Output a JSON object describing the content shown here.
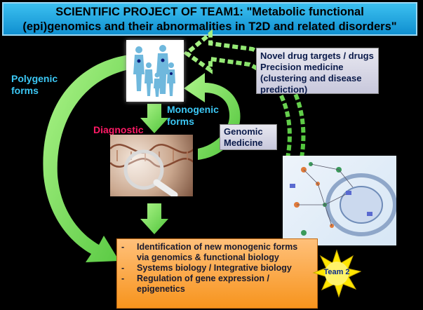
{
  "title": {
    "line1": "SCIENTIFIC PROJECT OF TEAM1: \"Metabolic functional",
    "line2": "(epi)genomics and their abnormalities in T2D and related disorders\""
  },
  "labels": {
    "polygenic": [
      "Polygenic",
      "forms"
    ],
    "monogenic": [
      "Monogenic",
      "forms"
    ],
    "diagnostic": "Diagnostic"
  },
  "boxes": {
    "drug_targets": [
      "Novel drug targets / drugs",
      "Precision medicine",
      "(clustering and disease",
      "prediction)"
    ],
    "genomic_medicine": [
      "Genomic",
      "Medicine"
    ]
  },
  "research_list": {
    "items": [
      "Identification of new monogenic forms via genomics & functional biology",
      "Systems biology / Integrative biology",
      "Regulation of gene expression / epigenetics"
    ],
    "bullet": "-"
  },
  "badge": {
    "label": "Team 2"
  },
  "colors": {
    "banner": "#1aa4e0",
    "arrow_green": "#7ee05a",
    "label_blue": "#3cc8f5",
    "label_red": "#ff1a66",
    "orange_box": "#f7941d",
    "badge_yellow": "#ffe600"
  },
  "icons": {
    "family": "family-figures-icon",
    "dna": "dna-magnifier-icon",
    "pathway": "pathway-diagram-icon",
    "sun": "sun-badge-icon"
  }
}
